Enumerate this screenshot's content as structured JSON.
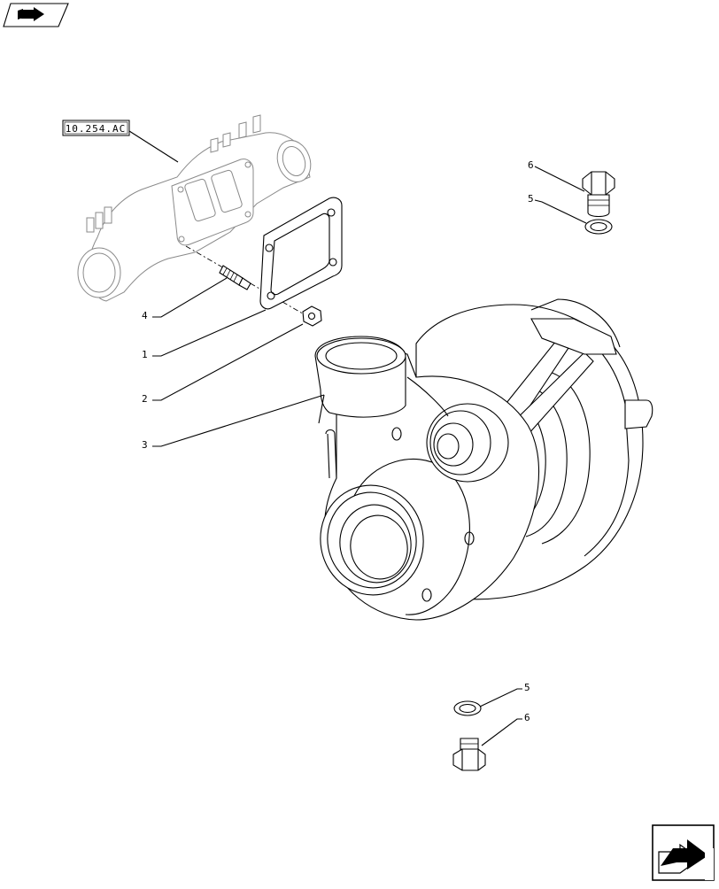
{
  "diagram": {
    "reference_label": "10.254.AC",
    "callouts": [
      "6",
      "5",
      "4",
      "1",
      "2",
      "3",
      "5",
      "6"
    ]
  },
  "nav": {
    "top_icon": "book-arrow-icon",
    "bottom_icon": "next-page-arrow-icon"
  }
}
